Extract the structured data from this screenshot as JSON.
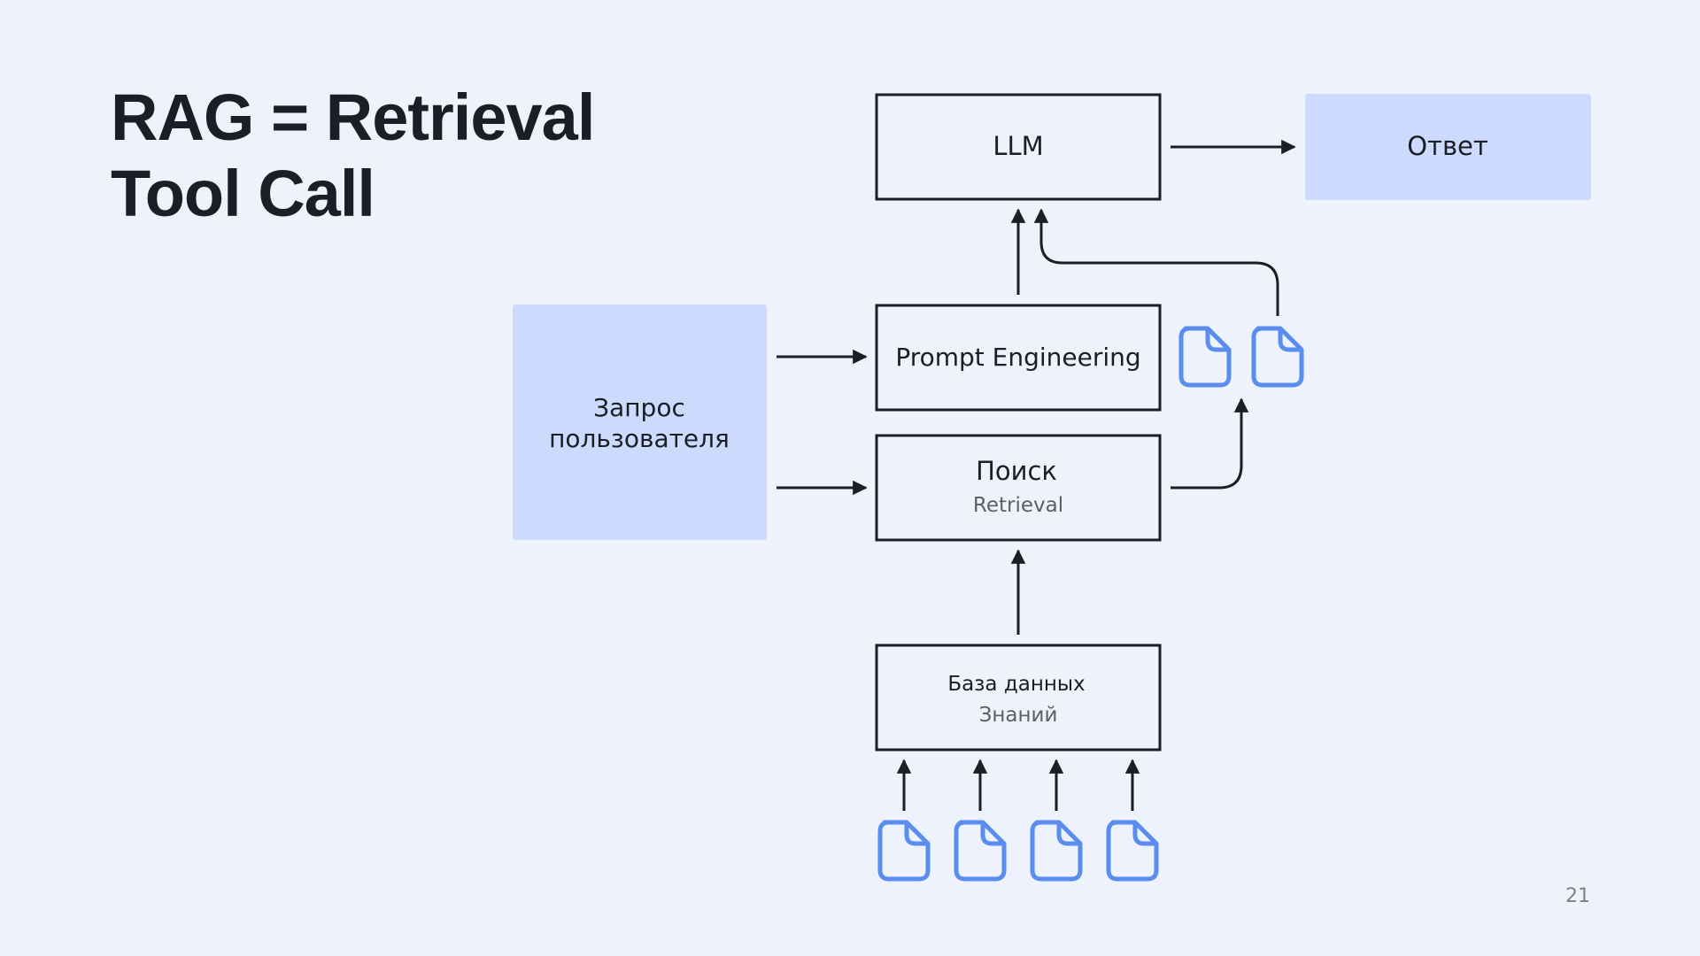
{
  "title": {
    "line1": "RAG = Retrieval",
    "line2": "Tool Call"
  },
  "nodes": {
    "llm": {
      "label": "LLM"
    },
    "answer": {
      "label": "Ответ"
    },
    "user_query": {
      "line1": "Запрос",
      "line2": "пользователя"
    },
    "prompt_engineering": {
      "label": "Prompt Engineering"
    },
    "search": {
      "label": "Поиск",
      "sublabel": "Retrieval"
    },
    "knowledge_base": {
      "label": "База данных",
      "sublabel": "Знаний"
    }
  },
  "icons": {
    "document": "document-icon"
  },
  "colors": {
    "background": "#eef2fd",
    "highlight_box": "#ccdafd",
    "document_icon": "#5b8def",
    "stroke": "#1b1e24"
  },
  "page_number": "21"
}
